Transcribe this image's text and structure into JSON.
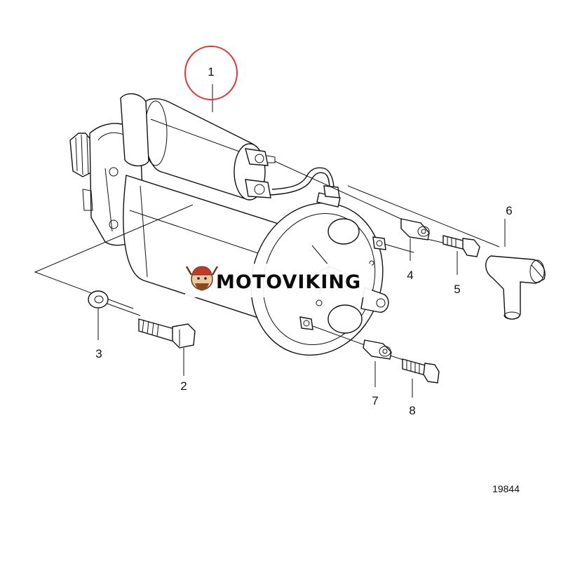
{
  "diagram": {
    "figure_number": "19844",
    "highlight_color": "#e03a3a",
    "watermark": {
      "text": "MOTOVIKING"
    },
    "callouts": [
      {
        "id": "1",
        "label": "1"
      },
      {
        "id": "2",
        "label": "2"
      },
      {
        "id": "3",
        "label": "3"
      },
      {
        "id": "4",
        "label": "4"
      },
      {
        "id": "5",
        "label": "5"
      },
      {
        "id": "6",
        "label": "6"
      },
      {
        "id": "7",
        "label": "7"
      },
      {
        "id": "8",
        "label": "8"
      }
    ]
  }
}
